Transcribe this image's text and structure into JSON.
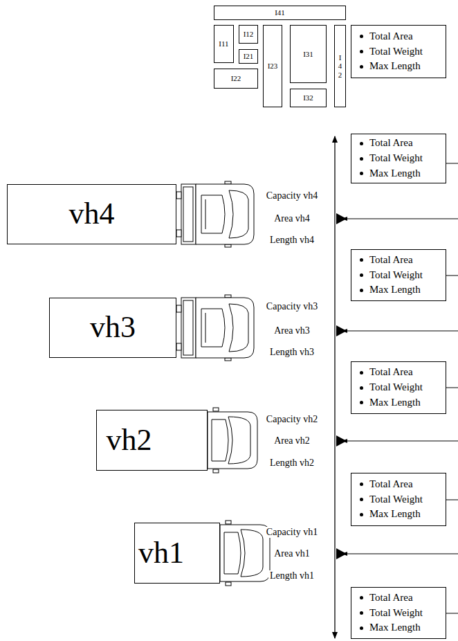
{
  "diagram": {
    "nodes": [
      {
        "text": [
          "I41"
        ]
      },
      {
        "text": [
          "I11"
        ]
      },
      {
        "text": [
          "I12"
        ]
      },
      {
        "text": [
          "I21"
        ]
      },
      {
        "text": [
          "I22"
        ]
      },
      {
        "text": [
          "I23"
        ]
      },
      {
        "text": [
          "I31"
        ]
      },
      {
        "text": [
          "I32"
        ]
      },
      {
        "text": [
          "I42"
        ]
      },
      {
        "text": [
          "Total Area",
          "Total Weight",
          "Max Length"
        ]
      },
      {
        "text": [
          "Total Area",
          "Total Weight",
          "Max Length"
        ]
      },
      {
        "text": [
          "vh4"
        ]
      },
      {
        "text": [
          "Total Area",
          "Total Weight",
          "Max Length"
        ]
      },
      {
        "text": [
          "vh3"
        ]
      },
      {
        "text": [
          "Total Area",
          "Total Weight",
          "Max Length"
        ]
      },
      {
        "text": [
          "vh2"
        ]
      },
      {
        "text": [
          "Total Area",
          "Total Weight",
          "Max Length"
        ]
      },
      {
        "text": [
          "vh1"
        ]
      },
      {
        "text": [
          "Total Area",
          "Total Weight",
          "Max Length"
        ]
      }
    ],
    "labels": [
      "Capacity vh4",
      "Area vh4",
      "Length vh4",
      "Capacity vh3",
      "Area vh3",
      "Length vh3",
      "Capacity vh2",
      "Area vh2",
      "Length vh2",
      "Capacity vh1",
      "Area vh1",
      "Length vh1"
    ]
  }
}
